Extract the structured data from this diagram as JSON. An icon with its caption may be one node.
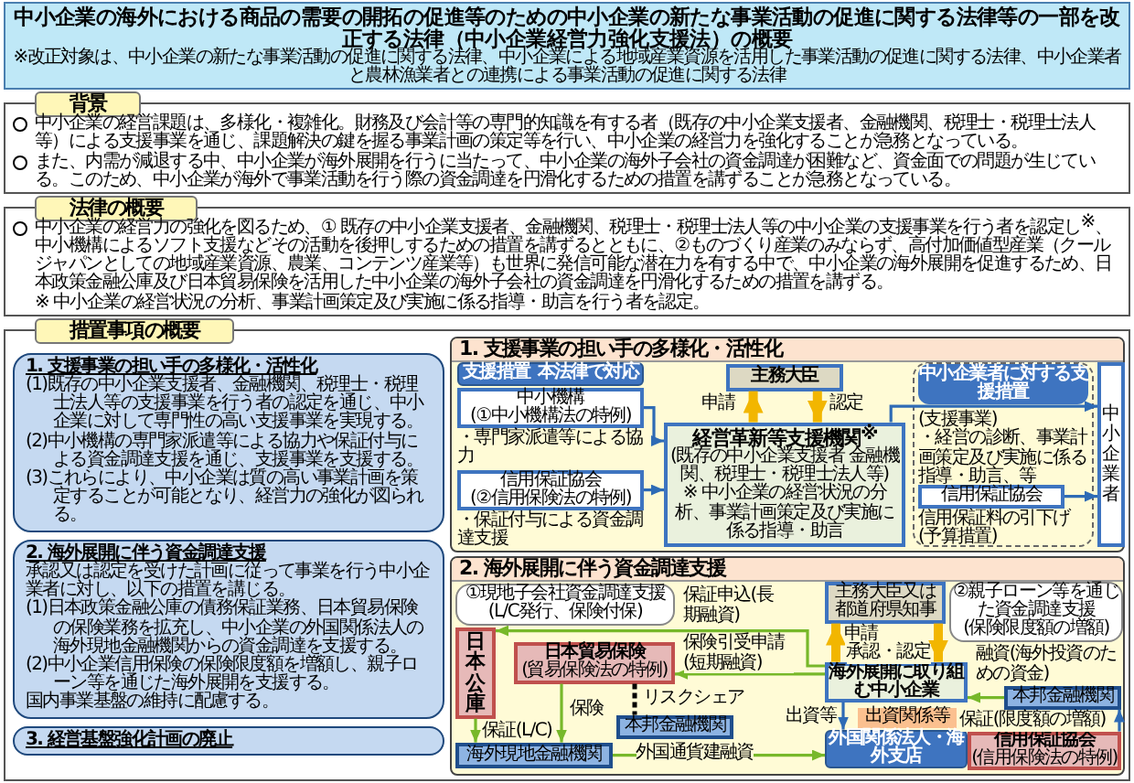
{
  "diagram": {
    "title": "中小企業の海外における商品の需要の開拓の促進等のための中小企業の新たな事業活動の促進に関する法律等の一部を改正する法律（中小企業経営力強化支援法）の概要",
    "nodes": [
      {
        "text": [
          "※改正対象は、中小企業の新たな事業活動の促進に関する法律、中小企業による地域産業資源を活用した事業活動の促進に関する法律、中小企業者と農林漁業者との連携による事業活動の促進に関する法律"
        ]
      },
      {
        "text": [
          "背景",
          "中小企業の経営課題は、多様化・複雑化。財務及び会計等の専門的知識を有する者（既存の中小企業支援者、金融機関、税理士・税理士法人等）による支援事業を通じ、課題解決の鍵を握る事業計画の策定等を行い、中小企業の経営力を強化することが急務となっている。",
          "また、内需が減退する中、中小企業が海外展開を行うに当たって、中小企業の海外子会社の資金調達が困難など、資金面での問題が生じている。このため、中小企業が海外で事業活動を行う際の資金調達を円滑化するための措置を講ずることが急務となっている。"
        ]
      },
      {
        "text": [
          "法律の概要",
          "中小企業の経営力の強化を図るため、① 既存の中小企業支援者、金融機関、税理士・税理士法人等の中小企業の支援事業を行う者を認定し$^{※}$、中小機構によるソフト支援などその活動を後押しするための措置を講ずるとともに、②ものづくり産業のみならず、高付加価値型産業（クールジャパンとしての地域産業資源、農業、コンテンツ産業等）も世界に発信可能な潜在力を有する中で、中小企業の海外展開を促進するため、日本政策金融公庫及び日本貿易保険を活用した中小企業の海外子会社の資金調達を円滑化するための措置を講ずる。",
          "※ 中小企業の経営状況の分析、事業計画策定及び実施に係る指導・助言を行う者を認定。"
        ]
      },
      {
        "text": [
          "措置事項の概要"
        ]
      },
      {
        "text": [
          "1. 支援事業の担い手の多様化・活性化",
          "(1)既存の中小企業支援者、金融機関、税理士・税理士法人等の支援事業を行う者の認定を通じ、中小企業に対して専門性の高い支援事業を実現する。",
          "(2)中小機構の専門家派遣等による協力や保証付与による資金調達支援を通じ、支援事業を支援する。",
          "(3)これらにより、中小企業は質の高い事業計画を策定することが可能となり、経営力の強化が図られる。"
        ],
        "in": 3
      },
      {
        "text": [
          "2. 海外展開に伴う資金調達支援",
          "承認又は認定を受けた計画に従って事業を行う中小企業者に対し、以下の措置を講じる。",
          "(1)日本政策金融公庫の債務保証業務、日本貿易保険の保険業務を拡充し、中小企業の外国関係法人の海外現地金融機関からの資金調達を支援する。",
          "(2)中小企業信用保険の保険限度額を増額し、親子ローン等を通じた海外展開を支援する。",
          "国内事業基盤の維持に配慮する。"
        ],
        "in": 3
      },
      {
        "text": [
          "3. 経営基盤強化計画の廃止"
        ],
        "in": 3
      },
      {
        "text": [
          "1. 支援事業の担い手の多様化・活性化"
        ],
        "in": 3
      },
      {
        "text": [
          "支援措置",
          "本法律で対応"
        ],
        "in": 7
      },
      {
        "text": [
          "中小機構",
          "(①中小機構法の特例)"
        ],
        "beside": [
          "・専門家派遣等による協力"
        ],
        "in": 7
      },
      {
        "text": [
          "信用保証協会",
          "(②信用保険法の特例)"
        ],
        "beside": [
          "・保証付与による資金調達支援"
        ],
        "in": 7
      },
      {
        "text": [
          "主務大臣"
        ],
        "in": 7
      },
      {
        "text": [
          "経営革新等支援機関$^{※}$",
          "(既存の中小企業支援者 金融機関、税理士・税理士法人等)",
          "※ 中小企業の経営状況の分析、事業計画策定及び実施に係る指導・助言"
        ],
        "in": 7
      },
      {
        "text": [
          "中小企業者に対する支援措置",
          "(支援事業)",
          "・経営の診断、事業計画策定及び実施に係る指導・助言、等"
        ],
        "in": 7
      },
      {
        "text": [
          "信用保証協会"
        ],
        "beside": [
          "信用保証料の引下げ(予算措置)"
        ],
        "in": 13
      },
      {
        "text": [
          "中小企業者"
        ],
        "in": 7
      },
      {
        "text": [
          "2. 海外展開に伴う資金調達支援"
        ],
        "in": 3
      },
      {
        "text": [
          "①現地子会社資金調達支援",
          "(L/C発行、保険付保)"
        ],
        "in": 16
      },
      {
        "text": [
          "日本公庫"
        ],
        "in": 16
      },
      {
        "text": [
          "日本貿易保険",
          "(貿易保険法の特例)"
        ],
        "in": 16
      },
      {
        "text": [
          "本邦金融機関"
        ],
        "in": 16
      },
      {
        "text": [
          "海外現地金融機関"
        ],
        "in": 16
      },
      {
        "text": [
          "主務大臣又は都道府県知事"
        ],
        "in": 16
      },
      {
        "text": [
          "海外展開に取り組む中小企業"
        ],
        "in": 16
      },
      {
        "text": [
          "出資関係等"
        ],
        "in": 16
      },
      {
        "text": [
          "外国関係法人・海外支店"
        ],
        "in": 16
      },
      {
        "text": [
          "②親子ローン等を通じた資金調達支援",
          "(保険限度額の増額)"
        ],
        "in": 16
      },
      {
        "text": [
          "本邦金融機関"
        ],
        "in": 16
      },
      {
        "text": [
          "信用保証協会",
          "(信用保険法の特例)"
        ],
        "in": 16
      }
    ],
    "edges": [
      {
        "from": 9,
        "to": 12,
        "arrow": "to"
      },
      {
        "from": 10,
        "to": 12,
        "arrow": "to"
      },
      {
        "from": 12,
        "to": 11,
        "arrow": "to",
        "label": "申請",
        "style": "thick",
        "color": "#f2b600"
      },
      {
        "from": 11,
        "to": 12,
        "arrow": "to",
        "label": "認定",
        "style": "thick",
        "color": "#f2b600"
      },
      {
        "from": 12,
        "to": 15,
        "arrow": "to"
      },
      {
        "from": 14,
        "to": 15,
        "arrow": "to"
      },
      {
        "from": 23,
        "to": 18,
        "arrow": "to",
        "label": "保証申込(長期融資)",
        "color": "#77b82a"
      },
      {
        "from": 23,
        "to": 19,
        "arrow": "to",
        "label": "保険引受申請(短期融資)",
        "color": "#77b82a"
      },
      {
        "from": 19,
        "to": 21,
        "arrow": "to",
        "label": "保険",
        "color": "#77b82a"
      },
      {
        "from": 18,
        "to": 21,
        "arrow": "to",
        "label": "保証(L/C)",
        "color": "#77b82a"
      },
      {
        "from": 19,
        "to": 20,
        "arrow": "none",
        "label": "リスクシェア",
        "style": "dashed",
        "color": "#000000"
      },
      {
        "from": 21,
        "to": 25,
        "arrow": "to",
        "label": "外国通貨建融資",
        "color": "#77b82a"
      },
      {
        "from": 23,
        "to": 22,
        "arrow": "to",
        "label": "申請",
        "style": "thick",
        "color": "#f2b600"
      },
      {
        "from": 22,
        "to": 23,
        "arrow": "to",
        "label": "承認・認定",
        "style": "thick",
        "color": "#f2b600"
      },
      {
        "from": 23,
        "to": 25,
        "arrow": "to",
        "label": "出資等"
      },
      {
        "from": 27,
        "to": 23,
        "arrow": "to",
        "label": "融資(海外投資のための資金)",
        "color": "#77b82a"
      },
      {
        "from": 28,
        "to": 27,
        "arrow": "to",
        "label": "保証(限度額の増額)"
      }
    ]
  }
}
